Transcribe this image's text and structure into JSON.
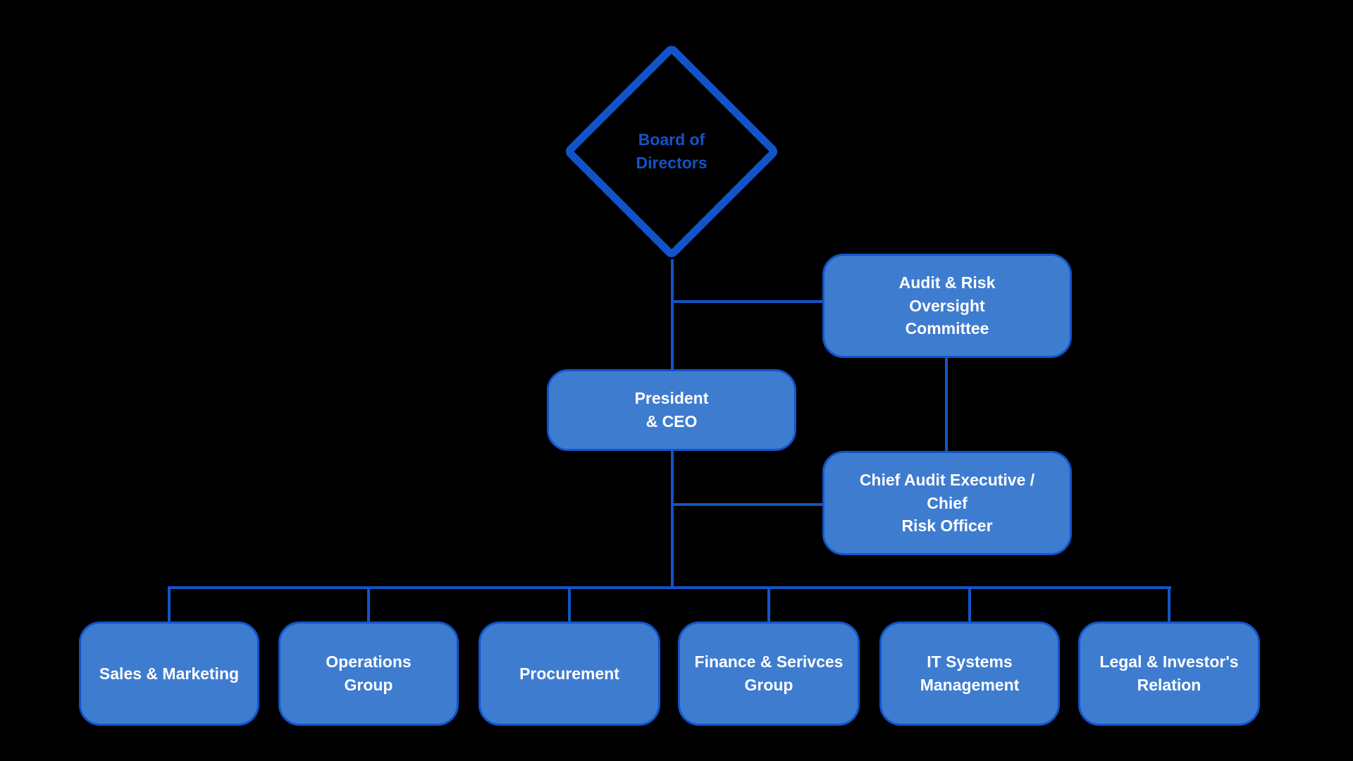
{
  "diagram": {
    "type": "org-chart",
    "colors": {
      "background": "#000000",
      "node_fill": "#3E7CD0",
      "node_border": "#1254C8",
      "connector": "#1254C8",
      "node_text": "#FFFFFF",
      "diamond_border": "#1254C8",
      "diamond_text": "#1254C8"
    },
    "nodes": {
      "board": {
        "label": "Board of\nDirectors"
      },
      "audit_committee": {
        "label": "Audit & Risk\nOversight\nCommittee"
      },
      "president": {
        "label": "President\n& CEO"
      },
      "chief_audit": {
        "label": "Chief Audit Executive /\nChief\nRisk Officer"
      },
      "sales": {
        "label": "Sales & Marketing"
      },
      "operations": {
        "label": "Operations\nGroup"
      },
      "procurement": {
        "label": "Procurement"
      },
      "finance": {
        "label": "Finance & Serivces\nGroup"
      },
      "it_systems": {
        "label": "IT Systems\nManagement"
      },
      "legal": {
        "label": "Legal & Investor's\nRelation"
      }
    },
    "edges": [
      {
        "from": "board",
        "to": "president"
      },
      {
        "from": "board",
        "to": "audit_committee"
      },
      {
        "from": "audit_committee",
        "to": "chief_audit"
      },
      {
        "from": "president",
        "to": "chief_audit"
      },
      {
        "from": "president",
        "to": "sales"
      },
      {
        "from": "president",
        "to": "operations"
      },
      {
        "from": "president",
        "to": "procurement"
      },
      {
        "from": "president",
        "to": "finance"
      },
      {
        "from": "president",
        "to": "it_systems"
      },
      {
        "from": "president",
        "to": "legal"
      }
    ]
  }
}
